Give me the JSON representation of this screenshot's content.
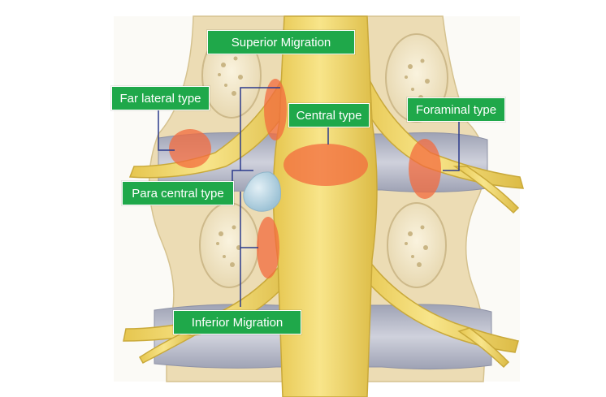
{
  "labels": {
    "superior_migration": "Superior Migration",
    "far_lateral_type": "Far lateral type",
    "central_type": "Central type",
    "foraminal_type": "Foraminal type",
    "para_central_type": "Para central type",
    "inferior_migration": "Inferior Migration"
  },
  "colors": {
    "label_background": "#1fa84a",
    "label_text": "#ffffff",
    "nerve": "#efd56a",
    "nerve_outline": "#c9a93a",
    "bone": "#f4ead0",
    "disc": "#b9bccb",
    "herniation": "#f36b3d",
    "extruded_fragment": "#b7d5e4",
    "leader_lines": "#2b3a8c"
  }
}
